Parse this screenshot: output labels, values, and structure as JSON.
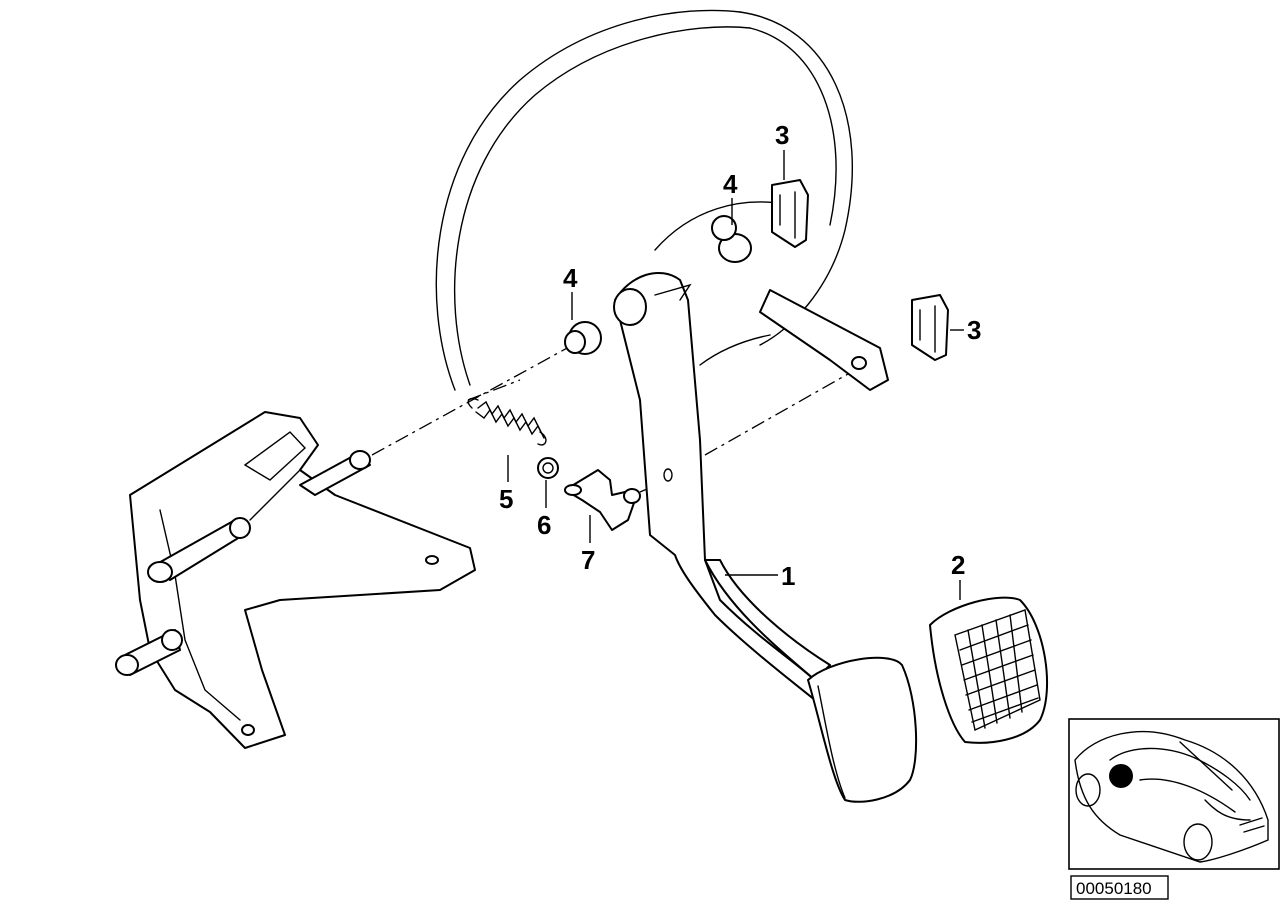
{
  "diagram": {
    "callouts": [
      {
        "id": "c1",
        "label": "1"
      },
      {
        "id": "c2",
        "label": "2"
      },
      {
        "id": "c3a",
        "label": "3"
      },
      {
        "id": "c3b",
        "label": "3"
      },
      {
        "id": "c4a",
        "label": "4"
      },
      {
        "id": "c4b",
        "label": "4"
      },
      {
        "id": "c5",
        "label": "5"
      },
      {
        "id": "c6",
        "label": "6"
      },
      {
        "id": "c7",
        "label": "7"
      }
    ],
    "image_code": "00050180"
  }
}
